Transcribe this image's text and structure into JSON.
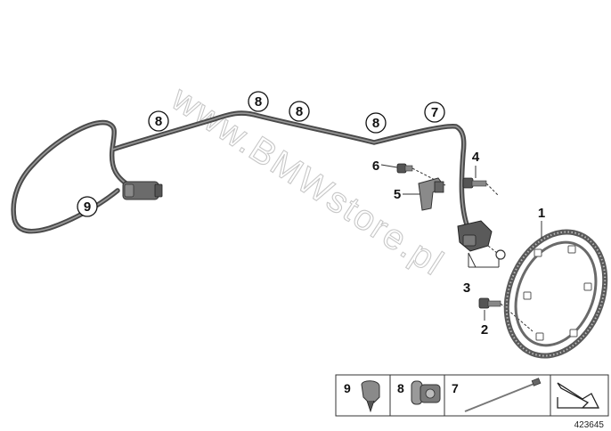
{
  "watermark": "www.BMWstore.pl",
  "diagram_id": "423645",
  "callouts": [
    {
      "id": "c-8a",
      "label": "8",
      "circled": true
    },
    {
      "id": "c-8b",
      "label": "8",
      "circled": true
    },
    {
      "id": "c-8c",
      "label": "8",
      "circled": true
    },
    {
      "id": "c-8d",
      "label": "8",
      "circled": true
    },
    {
      "id": "c-7",
      "label": "7",
      "circled": true
    },
    {
      "id": "c-9",
      "label": "9",
      "circled": true
    },
    {
      "id": "c-6",
      "label": "6",
      "circled": false
    },
    {
      "id": "c-5",
      "label": "5",
      "circled": false
    },
    {
      "id": "c-4",
      "label": "4",
      "circled": false
    },
    {
      "id": "c-3",
      "label": "3",
      "circled": false
    },
    {
      "id": "c-2",
      "label": "2",
      "circled": false
    },
    {
      "id": "c-1",
      "label": "1",
      "circled": false
    }
  ],
  "legend": {
    "cells": [
      {
        "label": "9",
        "part": "clip"
      },
      {
        "label": "8",
        "part": "clamp"
      },
      {
        "label": "7",
        "part": "cable-tie"
      }
    ]
  },
  "colors": {
    "cable": "#4a4a4a",
    "cable_highlight": "#9a9a9a",
    "ring": "#6a6a6a",
    "watermark": "#c8c8c8"
  }
}
